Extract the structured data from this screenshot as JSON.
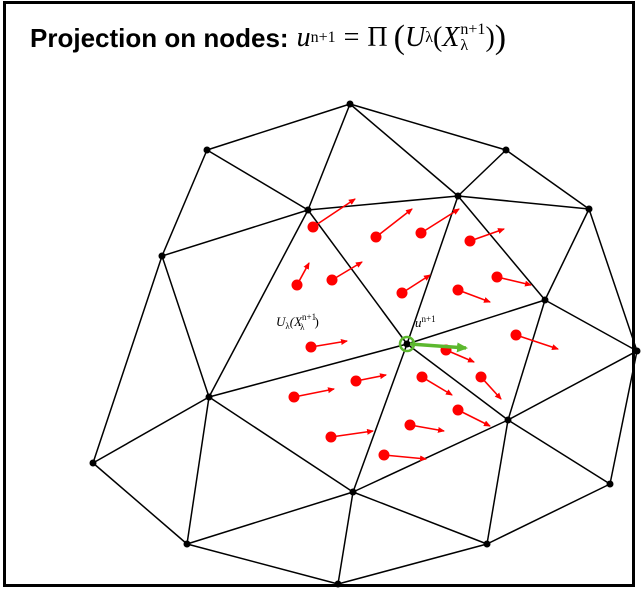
{
  "title": {
    "prefix": "Projection on nodes:",
    "formula": {
      "lhs": "u",
      "lhs_sup": "n+1",
      "equals": "=",
      "operator": "Π",
      "open": "(",
      "U": "U",
      "U_sub": "λ",
      "inner_open": "(",
      "X": "X",
      "X_sup": "n+1",
      "X_sub": "λ",
      "inner_close": ")",
      "close": ")"
    }
  },
  "labels": {
    "particle_velocity": "U",
    "particle_velocity_sub": "λ",
    "particle_velocity_arg": "(X",
    "particle_velocity_arg_sup": "n+1",
    "particle_velocity_arg_sub": "λ",
    "particle_velocity_close": ")",
    "node_velocity": "u",
    "node_velocity_sup": "n+1"
  },
  "colors": {
    "mesh": "#000000",
    "particle": "#ff0000",
    "projected_vector": "#5cb82e",
    "highlight_node_ring": "#5cb82e"
  }
}
